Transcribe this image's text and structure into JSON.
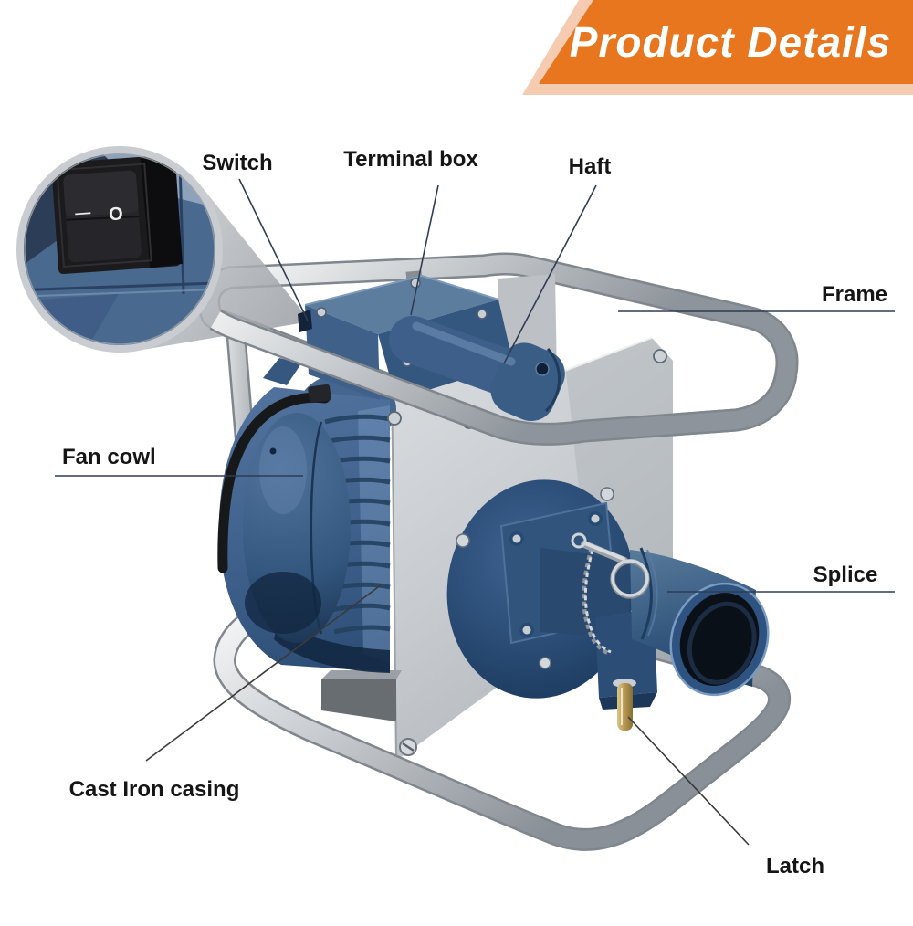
{
  "banner": {
    "title": "Product Details",
    "color": "#E8761F",
    "edge_color": "#F5CBB2"
  },
  "callouts": {
    "switch": "Switch",
    "terminal_box": "Terminal box",
    "haft": "Haft",
    "frame": "Frame",
    "fan_cowl": "Fan cowl",
    "splice": "Splice",
    "cast_iron_casing": "Cast Iron casing",
    "latch": "Latch"
  },
  "inset": {
    "on_mark": "—",
    "off_mark": "O"
  },
  "colors": {
    "motor_blue": "#3D5F89",
    "cast_iron_blue": "#2B4D76",
    "frame_silver": "#C6CACD",
    "plate_gray": "#C8CCD0",
    "leader_line": "#2E3D52",
    "label_text": "#151515"
  }
}
